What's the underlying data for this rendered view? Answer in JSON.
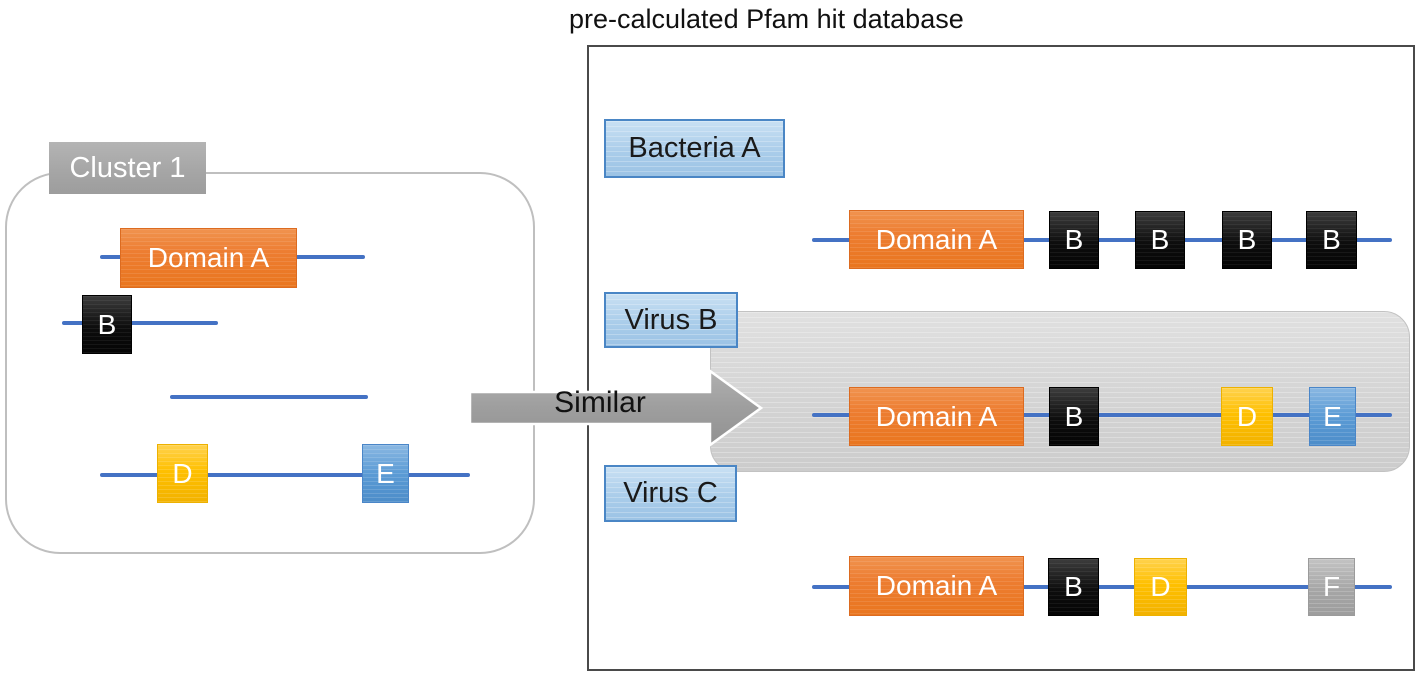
{
  "title": "pre-calculated Pfam hit database",
  "arrow": {
    "label": "Similar"
  },
  "cluster": {
    "label": "Cluster 1",
    "rows": [
      {
        "domains": [
          {
            "label": "Domain A",
            "color": "orange"
          }
        ]
      },
      {
        "domains": [
          {
            "label": "B",
            "color": "black"
          }
        ]
      },
      {
        "domains": []
      },
      {
        "domains": [
          {
            "label": "D",
            "color": "gold"
          },
          {
            "label": "E",
            "color": "blue"
          }
        ]
      }
    ]
  },
  "database": {
    "entries": [
      {
        "name": "Bacteria A",
        "highlighted": false,
        "domains": [
          {
            "label": "Domain A",
            "color": "orange"
          },
          {
            "label": "B",
            "color": "black"
          },
          {
            "label": "B",
            "color": "black"
          },
          {
            "label": "B",
            "color": "black"
          },
          {
            "label": "B",
            "color": "black"
          }
        ]
      },
      {
        "name": "Virus B",
        "highlighted": true,
        "domains": [
          {
            "label": "Domain A",
            "color": "orange"
          },
          {
            "label": "B",
            "color": "black"
          },
          {
            "label": "D",
            "color": "gold"
          },
          {
            "label": "E",
            "color": "blue"
          }
        ]
      },
      {
        "name": "Virus C",
        "highlighted": false,
        "domains": [
          {
            "label": "Domain A",
            "color": "orange"
          },
          {
            "label": "B",
            "color": "black"
          },
          {
            "label": "D",
            "color": "gold"
          },
          {
            "label": "F",
            "color": "gray"
          }
        ]
      }
    ]
  },
  "colors": {
    "domain_orange": "#ED7D31",
    "domain_black": "#0D0D0D",
    "domain_gold": "#FFC000",
    "domain_blue": "#5B9BD5",
    "domain_gray": "#A6A6A6",
    "sequence_line": "#4472C4",
    "entry_label_fill": "#AACDEA",
    "entry_label_border": "#4A86C5",
    "cluster_label_fill": "#A6A6A6",
    "highlight_fill": "#D6D6D6",
    "arrow_fill": "#9E9E9E",
    "database_panel_border": "#4A4A4A",
    "cluster_panel_border": "#BFBFBF"
  }
}
